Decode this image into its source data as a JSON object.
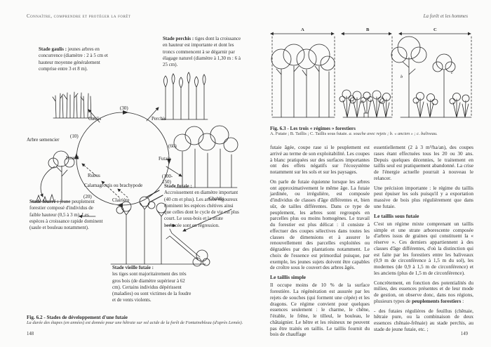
{
  "left_page": {
    "header": "Connaître, comprendre et protéger la forêt",
    "page_number": "148",
    "annotations": {
      "gaulis_label": "Stade gaulis :",
      "gaulis_text": "jeunes arbres en concurrence (diamètre : 2 à 5 cm et hauteur moyenne généralement comprise entre 3 et 8 m).",
      "perchis_label": "Stade perchis :",
      "perchis_text": "tiges dont la croissance en hauteur est importante et dont les troncs commencent à se dégarnir par élagage naturel (diamètre à 1,30 m : 6 à 25 cm).",
      "fourre_label": "Stade fourré :",
      "fourre_text": "jeune peuplement forestier composé d'individus de faible hauteur (0,5 à 3 m). Les espèces à croissance rapide dominent (saule et bouleau notamment).",
      "futaie_label": "Stade futaie :",
      "futaie_text": "Accroissement en diamètre important (40 cm et plus). Les arbres vigoureux dominent les espèces chétives ainsi que celles dont le cycle de vie est plus court. Le sous-bois et la strate herbacée sont en régression.",
      "vieille_futaie_label": "Stade vieille futaie :",
      "vieille_futaie_text": "les tiges sont majoritairement des très gros bois (de diamètre supérieur à 62 cm). Certains individus dépérissent (maladies) ou sont victimes de la foudre et de vents violents.",
      "arbre_semencier": "Arbre semencier",
      "chablis": "Chablis"
    },
    "cycle": {
      "gaulis": "Gaulis",
      "perchis": "Perchis",
      "fourre": "Fourré",
      "futaie": "Futaie",
      "clairiere": "Clairière",
      "rubus": "Rubus",
      "calamagrostis": "Calamagrostis ou brachypode",
      "d_top": "(30)",
      "d_left": "(10)",
      "d_right": "(60)",
      "d_bottom_right": "(100-150)",
      "d_bottom_left": "(20)"
    },
    "figure_caption": {
      "title": "Fig. 6.2 - Stades de développement d'une futaie",
      "subtitle": "La durée des étapes (en années) est donnée pour une hêtraie sur sol acide de la forêt de Fontainebleau (d'après Lemée)."
    }
  },
  "right_page": {
    "header": "La forêt et les hommes",
    "page_number": "149",
    "figure": {
      "label_A": "A",
      "label_B": "B",
      "label_C": "C",
      "label_a": "a",
      "label_b": "b",
      "label_c": "c",
      "caption_title": "Fig. 6.3 - Les trois « régimes » forestiers",
      "caption_roman": "A. Futaie ; B. Taillis ; C. Taillis sous futaie. ",
      "caption_italic": "a. souche avec rejets ; b. « ancien » ; c. baliveau."
    },
    "col1": {
      "p1": "futaie âgée, coupe rase si le peuplement est arrivé au terme de son exploitabilité. Les coupes à blanc pratiquées sur des surfaces importantes ont des effets négatifs sur l'écosystème notamment sur les sols et sur les paysages.",
      "p2": "On parle de futaie équienne lorsque les arbres ont approximativement le même âge. La futaie jardinée, ou irrégulière, est composée d'individus de classes d'âge différentes et, bien sûr, de tailles différentes. Dans ce type de peuplement, les arbres sont regroupés en parcelles plus ou moins homogènes. Le travail du forestier est plus délicat : il consiste à effectuer des coupes sélectives dans toutes les classes de dimensions et à assurer le renouvellement des parcelles exploitées ou dégradées par des plantations notamment. Le choix de l'essence est primordial puisque, par exemple, les jeunes sujets doivent être capables de croître sous le couvert des arbres âgés.",
      "h1": "Le taillis simple",
      "p3": "Il occupe moins de 10 % de la surface forestière. La régénération est assurée par les rejets de souches (qui forment une cépée) et les dragons. Ce régime convient pour quelques essences seulement : le charme, le chêne, l'érable, le frêne, le tilleul, le bouleau, le châtaignier. Le hêtre et les résineux ne peuvent pas être traités en taillis. Le taillis fournit du bois de chauffage"
    },
    "col2": {
      "p1": "essentiellement (2 à 3 m³/ha/an), des coupes rases étant effectuées tous les 20 ou 30 ans. Depuis quelques décennies, le traitement en taillis seul est pratiquement abandonné. La crise de l'énergie actuelle pourrait à nouveau le relancer.",
      "p2": "Une précision importante : le régime du taillis peut épuiser les sols puisqu'il y a exportation massive de bois plus régulièrement que dans une futaie.",
      "h1": "Le taillis sous futaie",
      "p3": "C'est un régime mixte comprenant un taillis simple et une strate arborescente composée d'arbres issus de graines qui constituent la « réserve ». Ces derniers appartiennent à des classes d'âge différentes, d'où la distinction qui est faite par les forestiers entre les baliveaux (0,9 m de circonférence à 1,5 m du sol), les modernes (de 0,9 à 1,5 m de circonférence) et les anciens (plus de 1,5 m de circonférence).",
      "p4_pre": "Concrètement, en fonction des potentialités du milieu, des essences présentes et de leur mode de gestion, on observe donc, dans nos régions, plusieurs types de ",
      "p4_bold": "peuplements forestiers",
      "p4_post": " :",
      "p5": "- des futaies régulières de feuillus (chênaie, hêtraie pure, ou la combinaison de deux essences chênaie-frênaie) au stade perchis, au stade de jeune futaie, etc. ;"
    }
  }
}
